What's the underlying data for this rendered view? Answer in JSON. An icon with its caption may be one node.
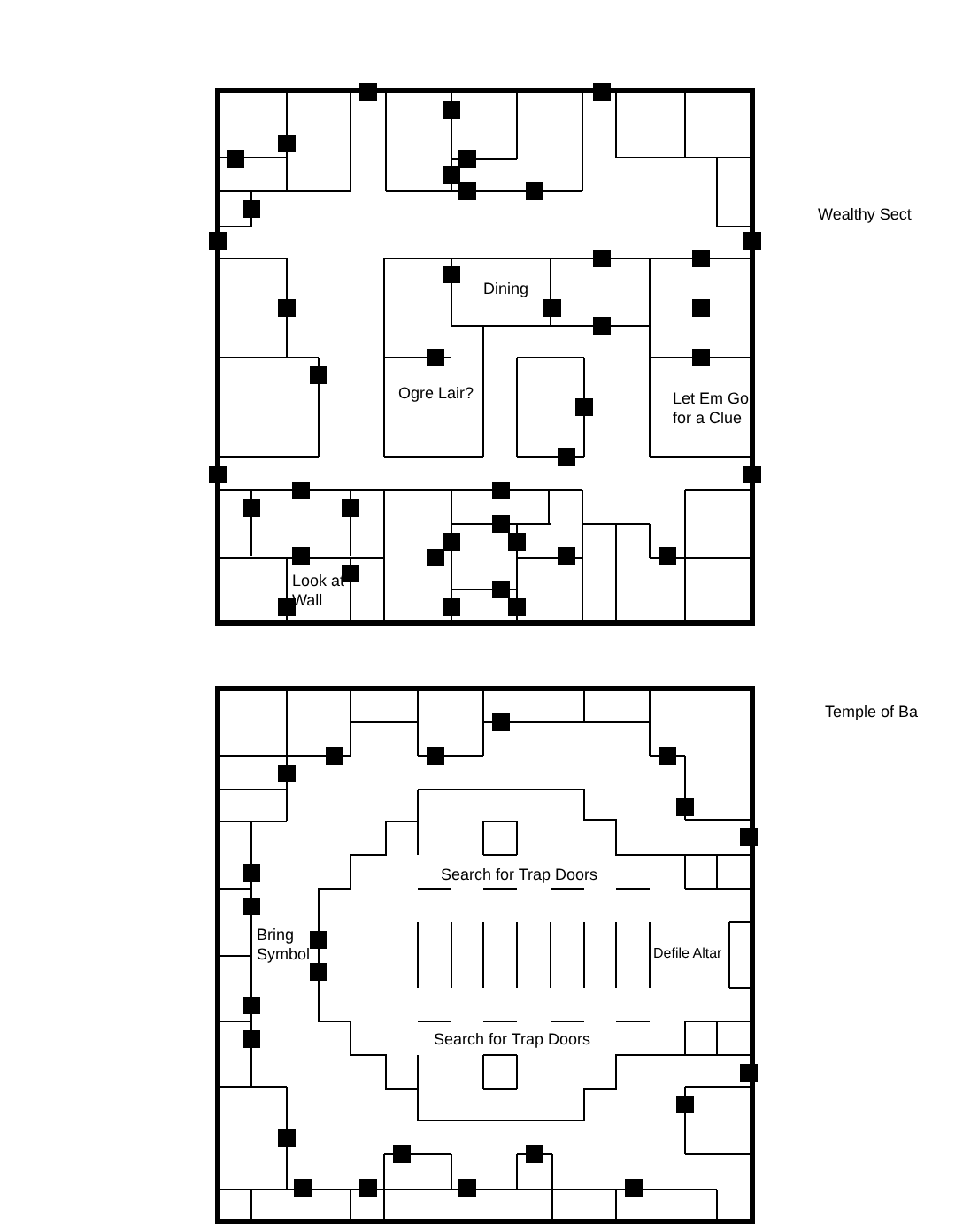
{
  "diagram": {
    "labels": [
      "Wealthy Sect",
      "Dining",
      "Ogre Lair?",
      "Let Em Go for a Clue",
      "Look at Wall",
      "Temple of Ba",
      "Search for Trap Doors",
      "Bring Symbol",
      "Defile Altar",
      "Search for Trap Doors"
    ]
  }
}
